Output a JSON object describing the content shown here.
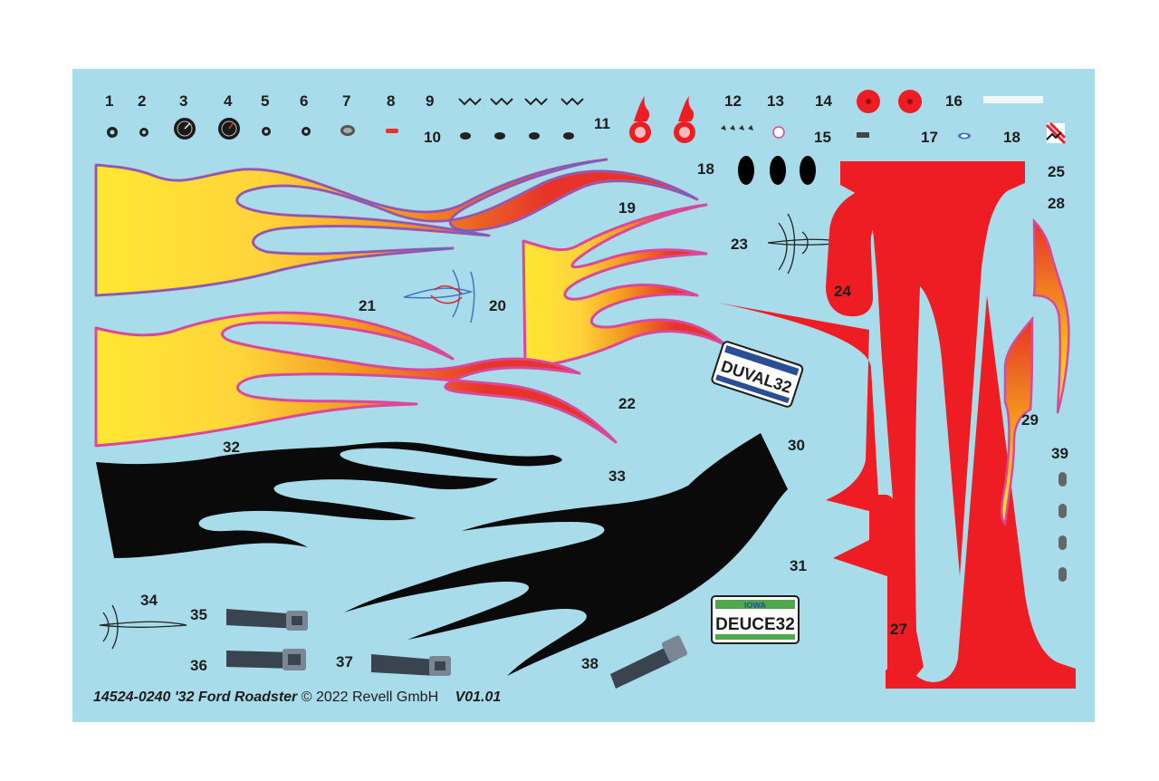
{
  "sheet": {
    "background": "#a9dcea",
    "footer": {
      "part_code": "14524-0240",
      "model": "'32 Ford Roadster",
      "copyright": "© 2022 Revell GmbH",
      "version": "V01.01"
    }
  },
  "colors": {
    "flame_yellow": "#ffe733",
    "flame_orange": "#f39a1e",
    "flame_red": "#e7332a",
    "flame_outline_blue": "#3d74c8",
    "flame_outline_pink": "#d9489a",
    "decal_red": "#ee1d24",
    "decal_black": "#0a0a0a"
  },
  "numbers": {
    "n1": "1",
    "n2": "2",
    "n3": "3",
    "n4": "4",
    "n5": "5",
    "n6": "6",
    "n7": "7",
    "n8": "8",
    "n9": "9",
    "n10": "10",
    "n11": "11",
    "n12": "12",
    "n13": "13",
    "n14": "14",
    "n15": "15",
    "n16": "16",
    "n17": "17",
    "n18a": "18",
    "n18b": "18",
    "n19": "19",
    "n20": "20",
    "n21": "21",
    "n22": "22",
    "n23": "23",
    "n24": "24",
    "n25": "25",
    "n27": "27",
    "n28": "28",
    "n29": "29",
    "n30": "30",
    "n31": "31",
    "n32": "32",
    "n33": "33",
    "n34": "34",
    "n35": "35",
    "n36": "36",
    "n37": "37",
    "n38": "38",
    "n39": "39"
  },
  "plates": {
    "duval": {
      "text": "DUVAL32"
    },
    "deuce": {
      "state": "IOWA",
      "text": "DEUCE32"
    }
  },
  "icons": [
    "gauge-icon",
    "flame-emblem-icon",
    "pinstripe-icon",
    "license-plate-icon",
    "seatbelt-icon"
  ]
}
